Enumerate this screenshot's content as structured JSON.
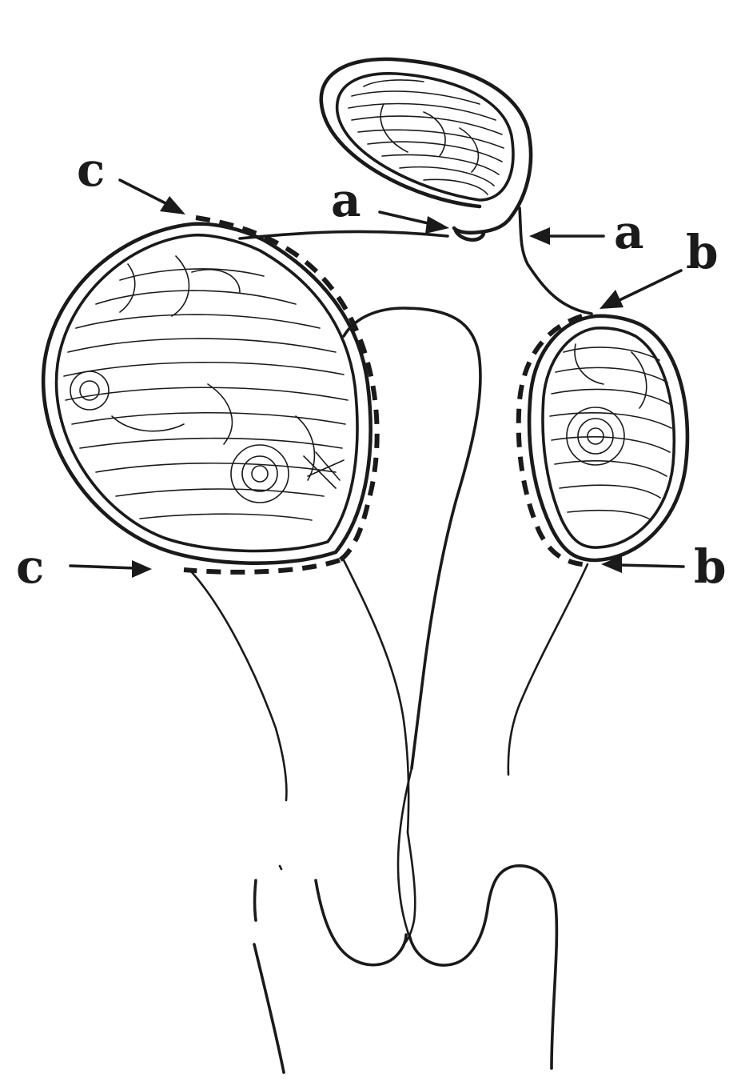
{
  "labels": {
    "c_upper": "c",
    "c_lower": "c",
    "a_left": "a",
    "a_right": "a",
    "b_upper": "b",
    "b_lower": "b"
  },
  "colors": {
    "ink": "#1a1a1a",
    "paper": "#ffffff"
  }
}
